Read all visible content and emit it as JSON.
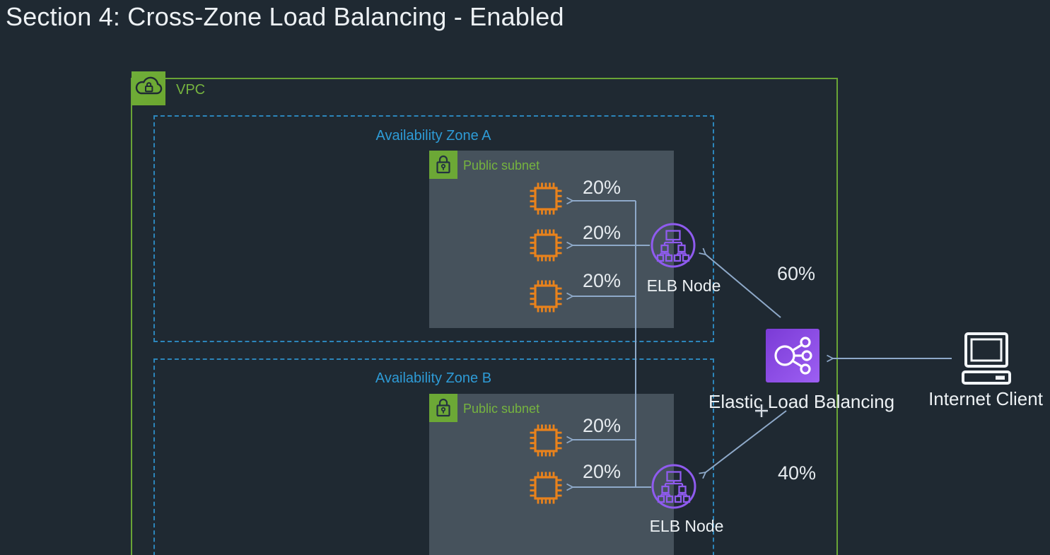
{
  "title": "Section 4: Cross-Zone Load Balancing - Enabled",
  "vpc": {
    "label": "VPC"
  },
  "zones": {
    "a": {
      "label": "Availability Zone A",
      "subnet": "Public subnet",
      "flows": [
        "20%",
        "20%",
        "20%"
      ],
      "elb_node": "ELB Node"
    },
    "b": {
      "label": "Availability Zone B",
      "subnet": "Public subnet",
      "flows": [
        "20%",
        "20%"
      ],
      "elb_node": "ELB Node"
    }
  },
  "elb": {
    "label": "Elastic Load Balancing",
    "to_zone_a": "60%",
    "to_zone_b": "40%"
  },
  "client": {
    "label": "Internet Client"
  },
  "icons": {
    "vpc": "cloud-lock-icon",
    "subnet": "lock-icon",
    "instance": "ec2-chip-icon",
    "elb_node": "load-balancer-node-icon",
    "elb": "elastic-load-balancing-icon",
    "client": "computer-monitor-icon",
    "cursor": "mouse-crosshair-cursor"
  },
  "colors": {
    "background": "#1F2932",
    "vpc_green": "#69A436",
    "az_blue": "#2E9BD6",
    "subnet_gray": "#46525C",
    "subnet_green_label": "#76B43F",
    "instance_orange": "#E8821C",
    "elb_purple": "#8F5BEF",
    "line_blue_gray": "#8EA9C9",
    "text_white": "#EDF1F4"
  }
}
